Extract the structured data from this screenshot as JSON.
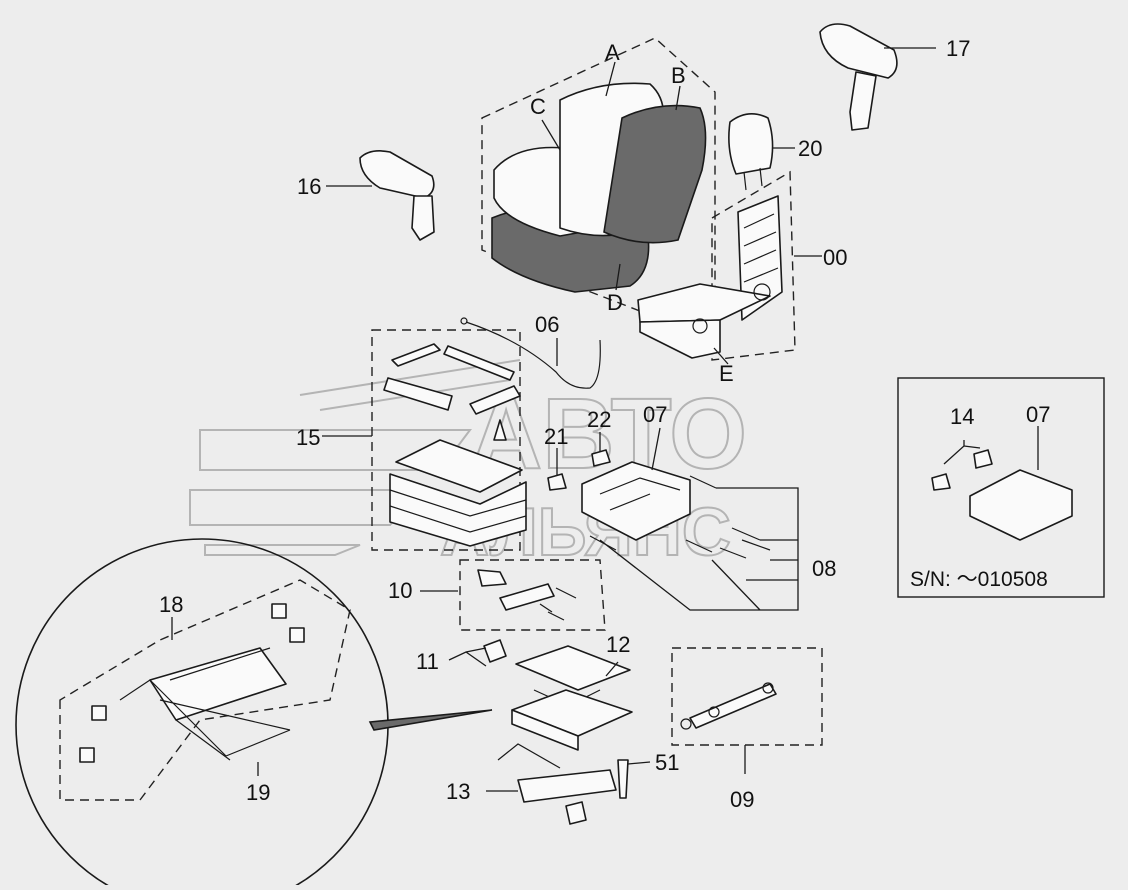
{
  "watermark": {
    "line1": "АВТО",
    "line2": "АЛЬЯНС"
  },
  "labels": {
    "A": "A",
    "B": "B",
    "C": "C",
    "D": "D",
    "E": "E",
    "p00": "00",
    "p06": "06",
    "p07": "07",
    "p08": "08",
    "p09": "09",
    "p10": "10",
    "p11": "11",
    "p12": "12",
    "p13": "13",
    "p15": "15",
    "p16": "16",
    "p17": "17",
    "p18": "18",
    "p19": "19",
    "p20": "20",
    "p21": "21",
    "p22": "22",
    "p51": "51"
  },
  "inset": {
    "label_14": "14",
    "label_07": "07",
    "serial": "S/N: ～010508"
  },
  "colors": {
    "background": "#ededed",
    "line": "#1a1a1a",
    "watermark": "#b4b4b4"
  }
}
